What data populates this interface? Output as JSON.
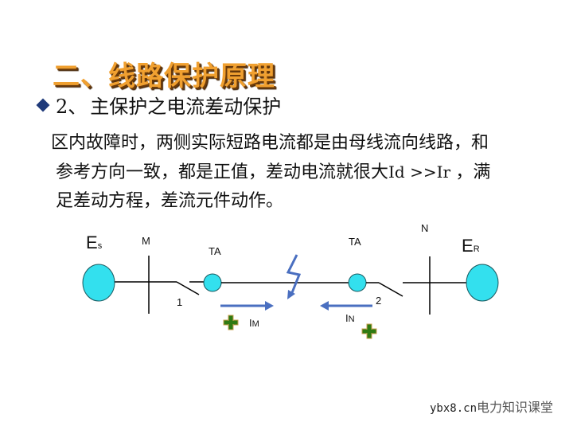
{
  "slide": {
    "title": "二、线路保护原理",
    "subtitle": {
      "bullet_icon": "diamond-bullet",
      "number": "2、",
      "text": "主保护之电流差动保护"
    },
    "paragraph": {
      "line1": "区内故障时，两侧实际短路电流都是由母线流向线路，和",
      "line2_a": "参考方向一致，都是正值，差动电流就很大",
      "line2_formula": "Id >>Ir ",
      "line2_b": "，满",
      "line3": "足差动方程，差流元件动作。"
    }
  },
  "diagram": {
    "source_left": {
      "main": "E",
      "sub": "s"
    },
    "source_right": {
      "main": "E",
      "sub": "R"
    },
    "bus_left": "M",
    "bus_right": "N",
    "ct_left": "TA",
    "ct_right": "TA",
    "breaker_left": "1",
    "breaker_right": "2",
    "current_left": {
      "main": "I",
      "sub": "M"
    },
    "current_right": {
      "main": "I",
      "sub": "N"
    },
    "colors": {
      "source_fill": "#33e0ee",
      "arrow": "#4a6fc0",
      "fault": "#4a6fc0",
      "plus_fill": "#2f7a12",
      "plus_outline": "#c8a050"
    }
  },
  "watermark": {
    "url": "ybx8.cn",
    "text": "电力知识课堂"
  }
}
